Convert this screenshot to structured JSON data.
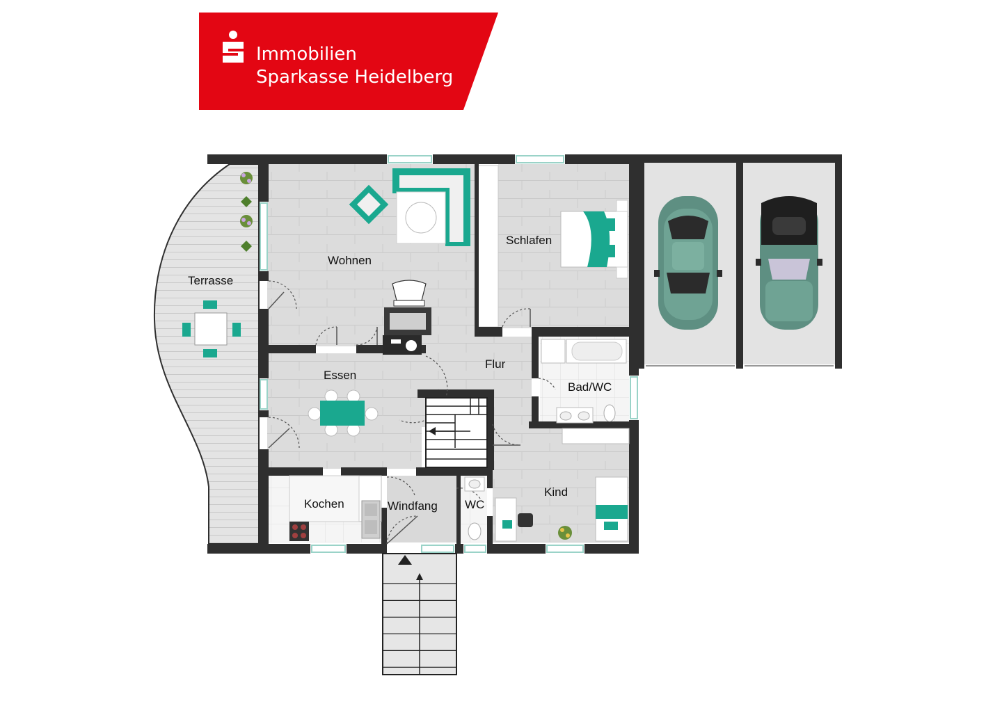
{
  "brand": {
    "line1": "Immobilien",
    "line2": "Sparkasse Heidelberg",
    "logo_icon": "sparkasse-s-icon",
    "color": "#e30613"
  },
  "rooms": {
    "terrasse": "Terrasse",
    "wohnen": "Wohnen",
    "schlafen": "Schlafen",
    "essen": "Essen",
    "flur": "Flur",
    "bad": "Bad/WC",
    "kochen": "Kochen",
    "windfang": "Windfang",
    "wc": "WC",
    "kind": "Kind"
  },
  "colors": {
    "wall": "#2f2f2f",
    "floor": "#d9d9d9",
    "tile": "#f4f4f4",
    "accent": "#1aa88f",
    "garage": "#e3e3e3",
    "car": "#5e8f82"
  }
}
